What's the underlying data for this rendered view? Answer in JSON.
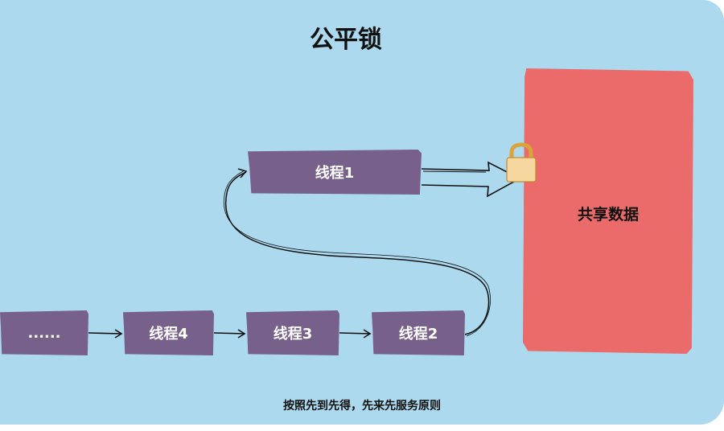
{
  "title": "公平锁",
  "shared_data_label": "共享数据",
  "threads": {
    "t1": "线程1",
    "t2": "线程2",
    "t3": "线程3",
    "t4": "线程4",
    "ellipsis": "......"
  },
  "caption": "按照先到先得，先来先服务原则",
  "colors": {
    "background": "#add9ee",
    "thread_box": "#77608a",
    "shared_box": "#ea6b69",
    "lock_body": "#f6d7a0",
    "lock_shackle": "#d9a43a"
  },
  "icons": [
    "lock-icon",
    "arrow-icon"
  ]
}
